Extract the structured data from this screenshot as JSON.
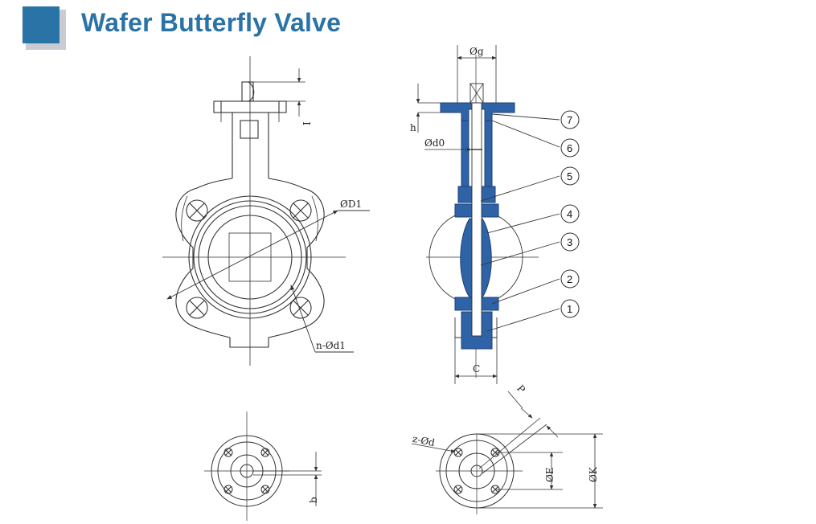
{
  "header": {
    "title": "Wafer Butterfly Valve",
    "accent_color": "#2a73a6"
  },
  "colors": {
    "line": "#333333",
    "section_fill": "#2f63a8",
    "section_stroke": "#1d3f73"
  },
  "front_view": {
    "labels": {
      "bore": "ØD1",
      "holes": "n-Ød1",
      "height": "I"
    }
  },
  "section_view": {
    "labels": {
      "top_width": "Øg",
      "flange_thickness": "h",
      "shaft_dia": "Ød0",
      "body_width": "C"
    },
    "callouts": [
      "7",
      "6",
      "5",
      "4",
      "3",
      "2",
      "1"
    ]
  },
  "bottom_left_view": {
    "labels": {
      "key_height": "b"
    }
  },
  "bottom_right_view": {
    "labels": {
      "key": "P",
      "hole": "z-Ød",
      "pcd": "ØE",
      "outer": "ØK"
    }
  }
}
